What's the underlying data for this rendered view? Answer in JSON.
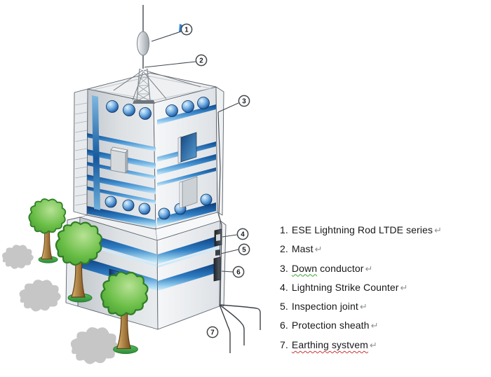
{
  "figure": {
    "description": "Isometric building diagram showing an ESE lightning protection system with numbered callouts",
    "colors": {
      "stripe_blue_dark": "#0d4a8e",
      "stripe_blue_mid": "#2e7cc2",
      "stripe_blue_light": "#cfeaf8",
      "window_blue": "#1d5ca6",
      "face_gray": "#d3d7db",
      "face_white": "#f3f4f6",
      "tree_green": "#68bd45",
      "tree_green_dark": "#2f7d27",
      "trunk_brown": "#8a5a26",
      "shadow_gray": "#c6c6c6",
      "callout_ink": "#41474d",
      "flag_blue": "#2e86d4",
      "text_ink": "#17181a",
      "squiggle_green": "#3aa33a",
      "squiggle_red": "#cc3333"
    }
  },
  "callouts": [
    "1",
    "2",
    "3",
    "4",
    "5",
    "6",
    "7"
  ],
  "legend": {
    "return_symbol": "↵",
    "items": [
      {
        "num": "1.",
        "pre": "ESE Lightning Rod LTDE series",
        "mark": "",
        "post": ""
      },
      {
        "num": "2.",
        "pre": "Mast",
        "mark": "",
        "post": ""
      },
      {
        "num": "3.",
        "pre": "",
        "mark": "Down",
        "post": " conductor"
      },
      {
        "num": "4.",
        "pre": "Lightning Strike Counter",
        "mark": "",
        "post": ""
      },
      {
        "num": "5.",
        "pre": "Inspection joint",
        "mark": "",
        "post": ""
      },
      {
        "num": "6.",
        "pre": "Protection sheath",
        "mark": "",
        "post": ""
      },
      {
        "num": "7.",
        "pre": "",
        "mark": "Earthing systvem",
        "post": ""
      }
    ]
  }
}
